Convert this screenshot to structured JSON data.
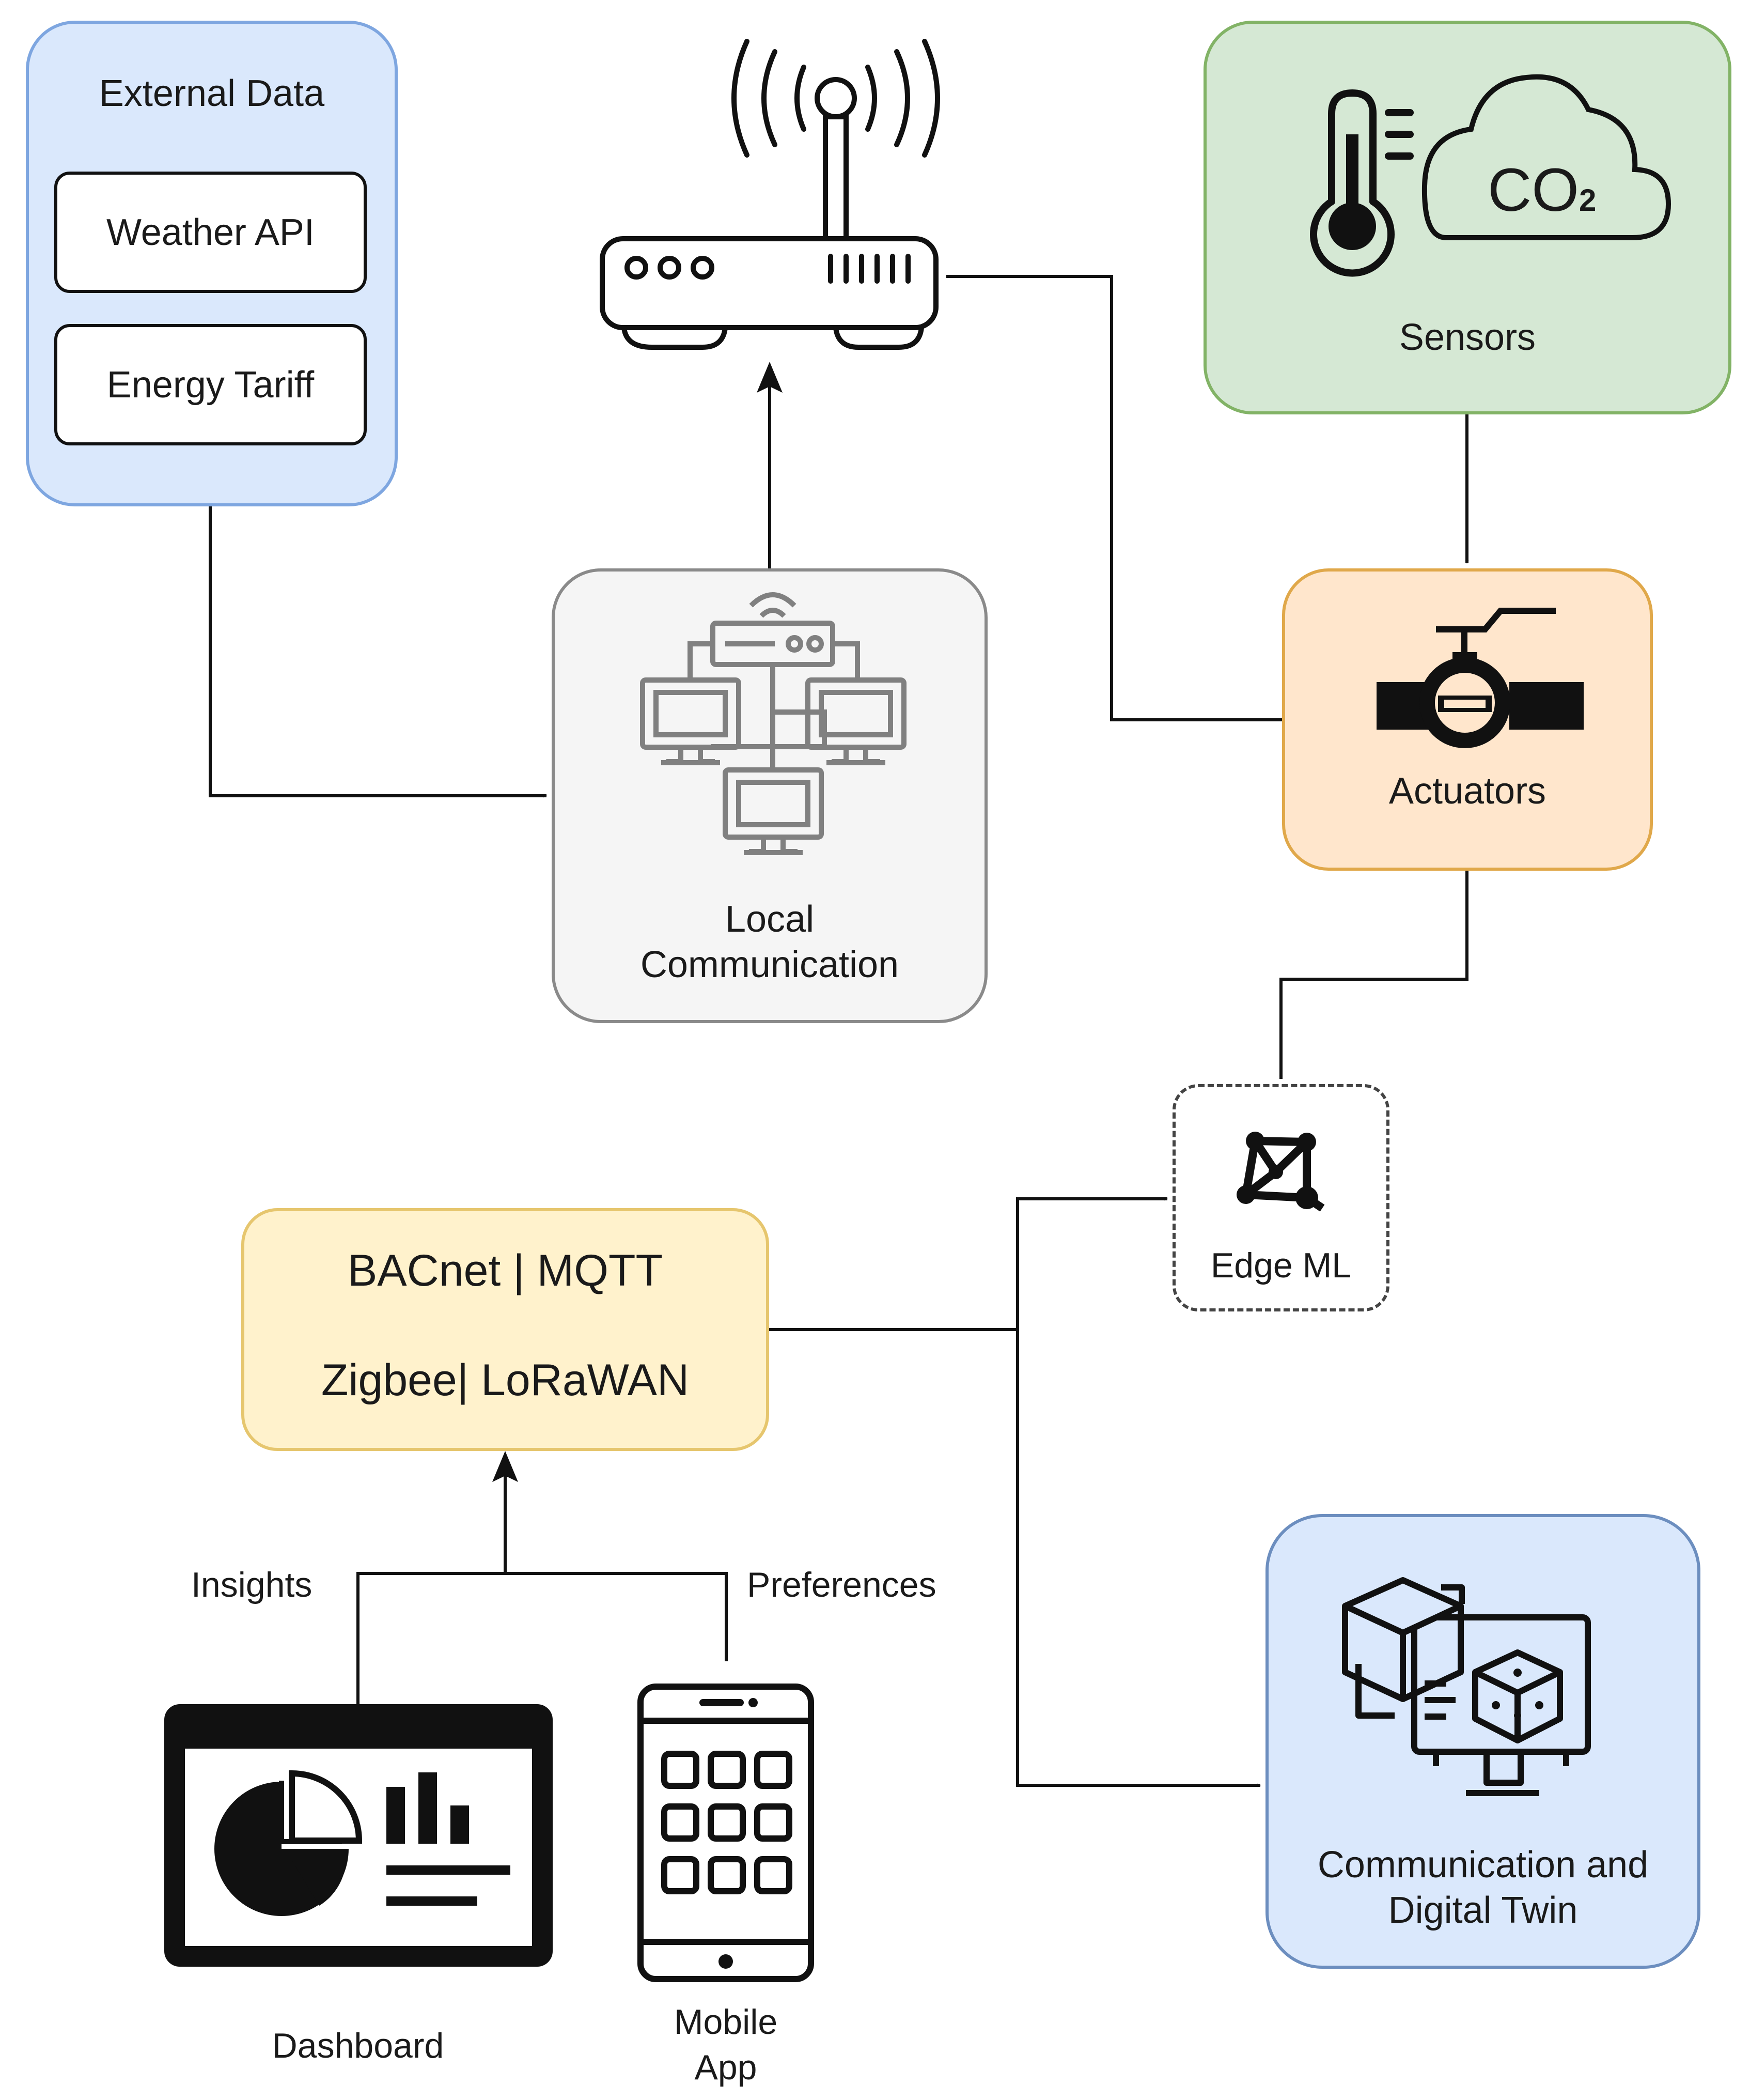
{
  "external_data": {
    "title": "External Data",
    "items": [
      "Weather API",
      "Energy Tariff"
    ]
  },
  "router": {
    "icon": "wifi-router-icon"
  },
  "sensors": {
    "label": "Sensors",
    "co2_text": "CO",
    "co2_subscript": "2",
    "icons": [
      "thermometer-icon",
      "co2-cloud-icon"
    ]
  },
  "actuators": {
    "label": "Actuators",
    "icon": "valve-icon"
  },
  "local_communication": {
    "label_line1": "Local",
    "label_line2": "Communication",
    "icon": "local-network-icon"
  },
  "edge_ml": {
    "label": "Edge ML",
    "icon": "ml-graph-icon"
  },
  "protocols": {
    "line1": "BACnet | MQTT",
    "line2": "Zigbee| LoRaWAN"
  },
  "digital_twin": {
    "label_line1": "Communication and",
    "label_line2": "Digital Twin",
    "icon": "digital-twin-icon"
  },
  "dashboard": {
    "label": "Dashboard",
    "icon": "dashboard-icon"
  },
  "mobile_app": {
    "label_line1": "Mobile",
    "label_line2": "App",
    "icon": "mobile-phone-icon"
  },
  "edge_labels": {
    "insights": "Insights",
    "preferences": "Preferences"
  },
  "colors": {
    "external": "#dae8fc",
    "external_border": "#7ea6e0",
    "sensors": "#d5e8d4",
    "sensors_border": "#82b366",
    "actuators": "#ffe6cc",
    "actuators_border": "#e0a84a",
    "local": "#f5f5f5",
    "local_border": "#8a8a8a",
    "protocols": "#fff2cc",
    "protocols_border": "#e6c66e",
    "twin": "#dae8fc",
    "twin_border": "#6c8ebf"
  }
}
